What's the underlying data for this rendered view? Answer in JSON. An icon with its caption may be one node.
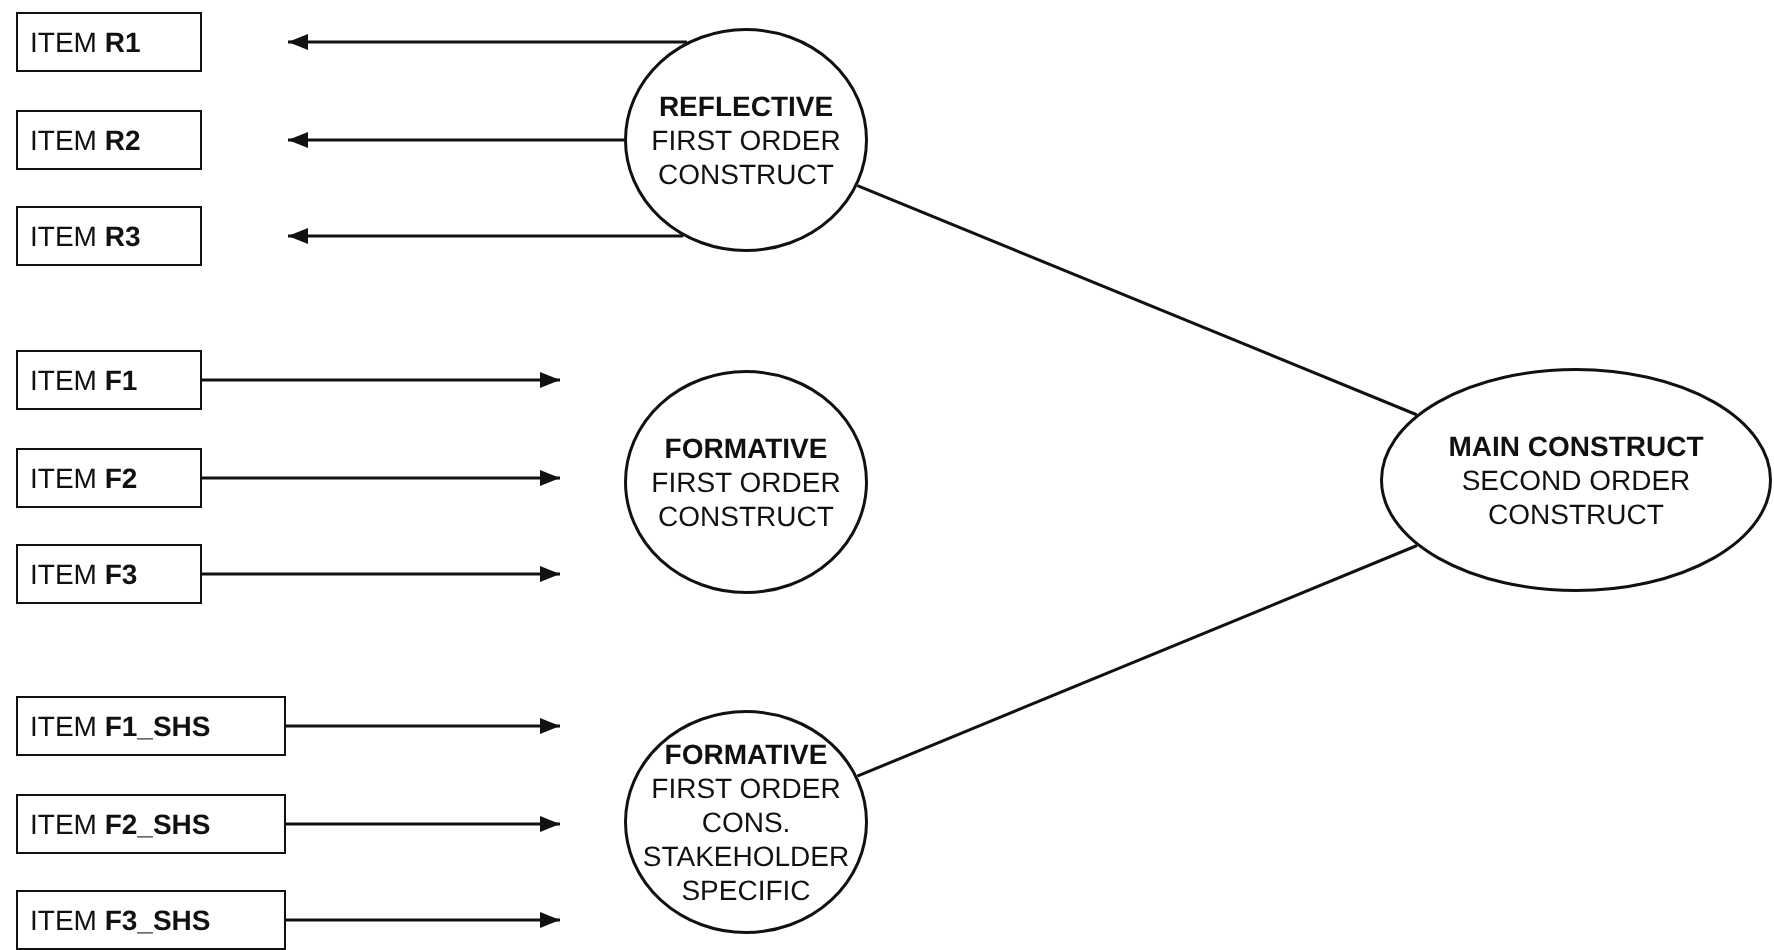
{
  "diagram": {
    "nodes": [
      {
        "text": [
          "ITEM **R1**"
        ]
      },
      {
        "text": [
          "ITEM **R2**"
        ]
      },
      {
        "text": [
          "ITEM **R3**"
        ]
      },
      {
        "text": [
          "ITEM **F1**"
        ]
      },
      {
        "text": [
          "ITEM **F2**"
        ]
      },
      {
        "text": [
          "ITEM **F3**"
        ]
      },
      {
        "text": [
          "ITEM **F1_SHS**"
        ]
      },
      {
        "text": [
          "ITEM **F2_SHS**"
        ]
      },
      {
        "text": [
          "ITEM **F3_SHS**"
        ]
      },
      {
        "text": [
          "REFLECTIVE",
          "FIRST ORDER CONSTRUCT"
        ]
      },
      {
        "text": [
          "FORMATIVE",
          "FIRST ORDER CONSTRUCT"
        ]
      },
      {
        "text": [
          "FORMATIVE",
          "FIRST ORDER CONS. STAKEHOLDER SPECIFIC"
        ]
      },
      {
        "text": [
          "MAIN CONSTRUCT",
          "SECOND ORDER CONSTRUCT"
        ]
      }
    ],
    "edges": [
      {
        "from": 9,
        "to": null,
        "arrow": "to"
      },
      {
        "from": 9,
        "to": null,
        "arrow": "to"
      },
      {
        "from": 9,
        "to": null,
        "arrow": "to"
      },
      {
        "from": 3,
        "to": null,
        "arrow": "to"
      },
      {
        "from": 4,
        "to": null,
        "arrow": "to"
      },
      {
        "from": 5,
        "to": null,
        "arrow": "to"
      },
      {
        "from": 6,
        "to": null,
        "arrow": "to"
      },
      {
        "from": 7,
        "to": null,
        "arrow": "to"
      },
      {
        "from": 8,
        "to": null,
        "arrow": "to"
      },
      {
        "from": 9,
        "to": 12,
        "arrow": "none"
      },
      {
        "from": 11,
        "to": 12,
        "arrow": "none"
      }
    ]
  }
}
